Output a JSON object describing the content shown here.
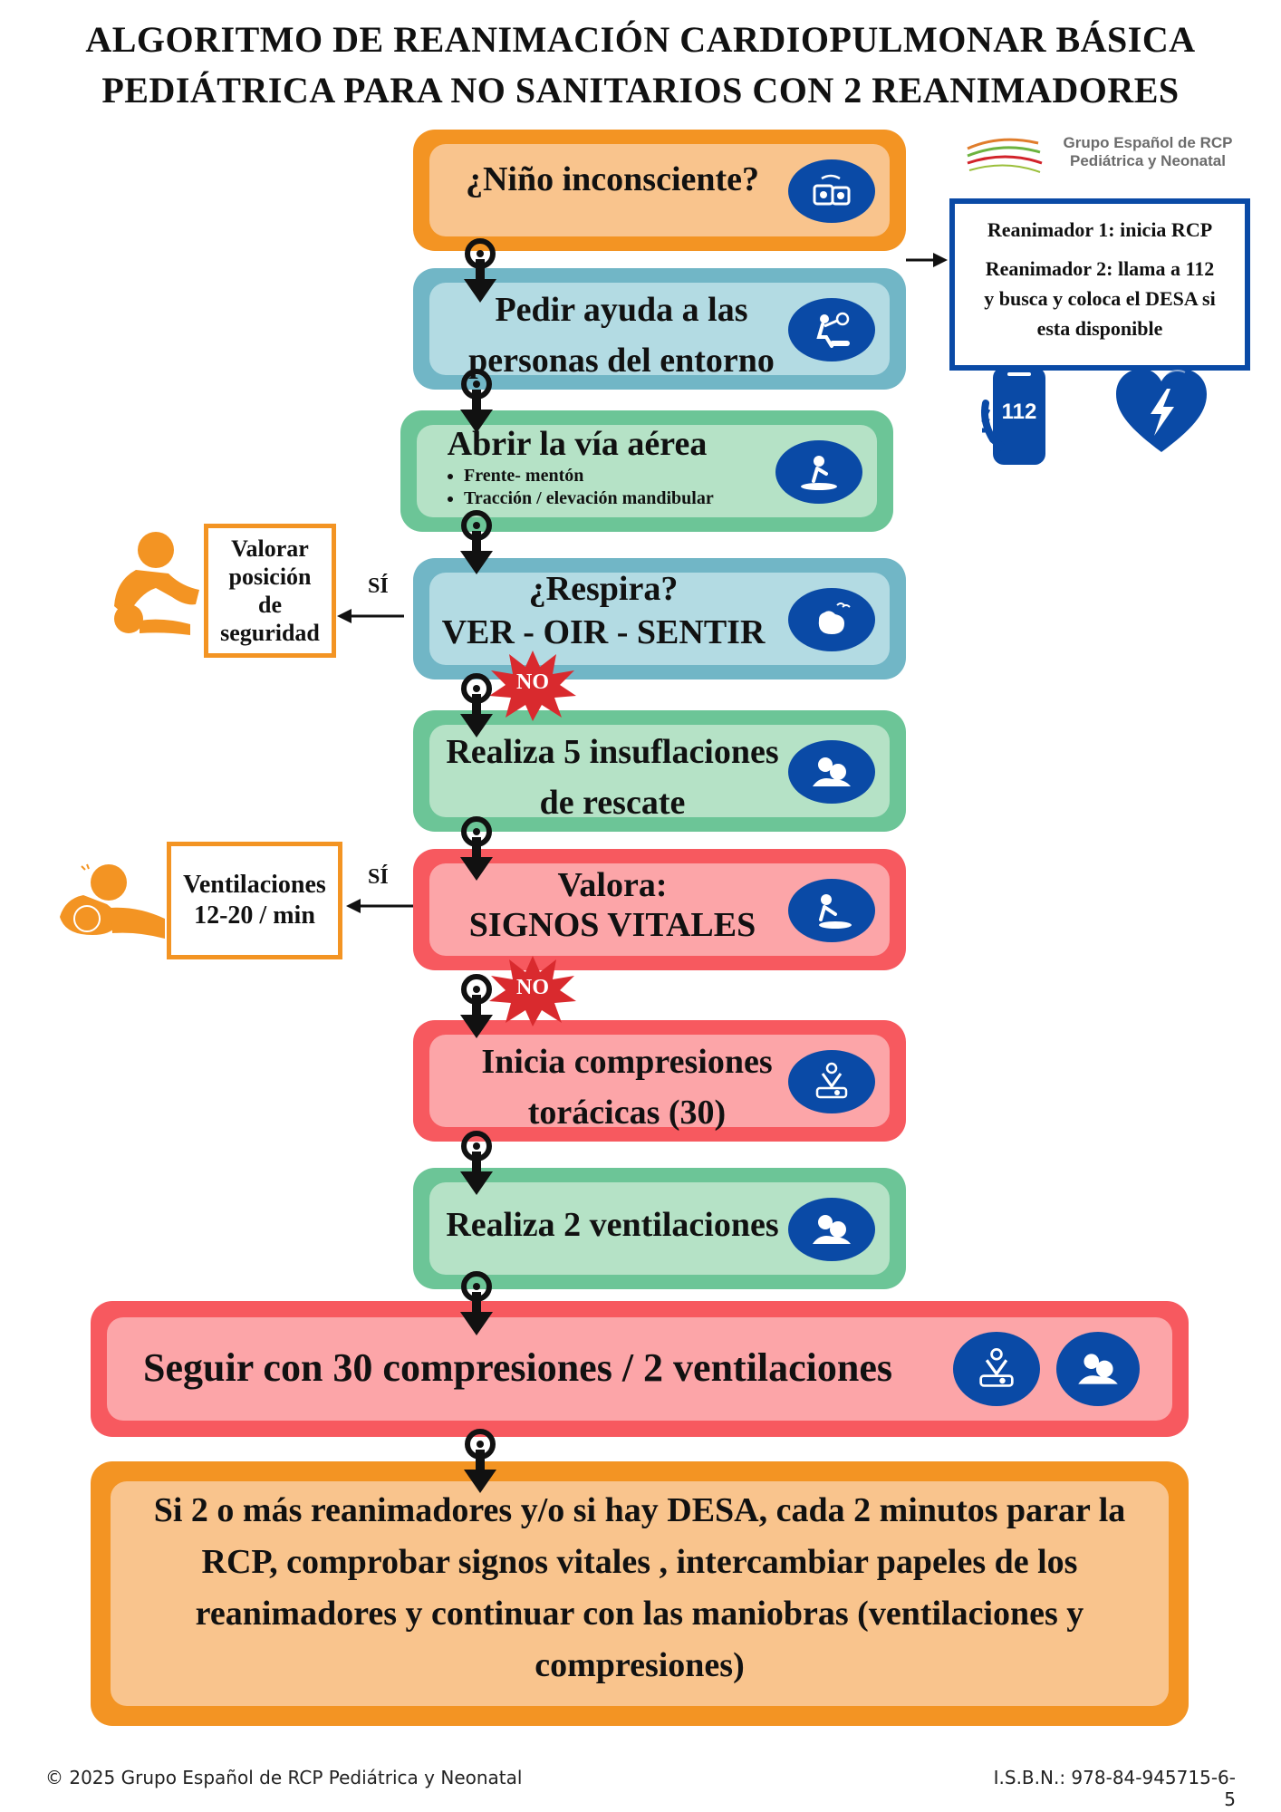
{
  "title": {
    "line1": "ALGORITMO  DE REANIMACIÓN CARDIOPULMONAR BÁSICA",
    "line2": "PEDIÁTRICA PARA NO SANITARIOS CON 2 REANIMADORES"
  },
  "logo": {
    "line1": "Grupo Español de RCP",
    "line2": "Pediátrica y Neonatal"
  },
  "colors": {
    "orange": "#f39423",
    "orange_fill": "#f9c48d",
    "teal": "#71b6c6",
    "teal_fill": "#b3dbe3",
    "green": "#6cc597",
    "green_fill": "#b5e2c6",
    "red": "#f7595f",
    "red_fill": "#fca5a8",
    "icon_blue": "#0a4aa6",
    "burst_red": "#d92a2e"
  },
  "steps": [
    {
      "id": "inconsciente",
      "text": "¿Niño inconsciente?",
      "icon": "toy-blocks-icon"
    },
    {
      "id": "pedir-ayuda",
      "line1": "Pedir ayuda a las",
      "line2": "personas del entorno",
      "icon": "call-for-help-icon"
    },
    {
      "id": "abrir-via",
      "text": "Abrir la vía aérea",
      "bullets": [
        "Frente- mentón",
        "Tracción / elevación mandibular"
      ],
      "icon": "head-tilt-icon"
    },
    {
      "id": "respira",
      "line1": "¿Respira?",
      "line2": "VER - OIR - SENTIR",
      "icon": "breathing-check-icon"
    },
    {
      "id": "insuflaciones",
      "line1": "Realiza 5 insuflaciones",
      "line2": "de rescate",
      "icon": "rescue-breath-icon"
    },
    {
      "id": "valora",
      "line1": "Valora:",
      "line2": "SIGNOS VITALES",
      "icon": "vital-signs-icon"
    },
    {
      "id": "compresiones",
      "line1": "Inicia compresiones",
      "line2": "torácicas (30)",
      "icon": "chest-compression-icon"
    },
    {
      "id": "ventilaciones",
      "text": "Realiza 2 ventilaciones",
      "icon": "rescue-breath-icon"
    },
    {
      "id": "seguir",
      "text": "Seguir con 30 compresiones / 2 ventilaciones",
      "icons": [
        "chest-compression-icon",
        "rescue-breath-icon"
      ]
    },
    {
      "id": "final",
      "lines": [
        "Si 2 o más reanimadores y/o si hay DESA, cada 2 minutos parar la",
        "RCP, comprobar signos vitales , intercambiar papeles de los",
        "reanimadores y continuar con las maniobras (ventilaciones y",
        "compresiones)"
      ]
    }
  ],
  "reanimadores": {
    "r1": "Reanimador 1: inicia RCP",
    "r2_line1": "Reanimador 2: llama a 112",
    "r2_line2": "y busca y coloca el DESA si",
    "r2_line3": "esta disponible",
    "phone_label": "112",
    "icons": [
      "phone-112-icon",
      "defibrillator-heart-icon"
    ]
  },
  "side_respira": {
    "branch": "SÍ",
    "lines": [
      "Valorar",
      "posición",
      "de",
      "seguridad"
    ],
    "icon": "recovery-position-icon"
  },
  "side_valora": {
    "branch": "SÍ",
    "lines": [
      "Ventilaciones",
      "12-20 / min"
    ],
    "icon": "ventilation-person-icon"
  },
  "no_labels": [
    "NO",
    "NO"
  ],
  "footer": {
    "copyright": "© 2025 Grupo Español de RCP Pediátrica y Neonatal",
    "isbn": "I.S.B.N.: 978-84-945715-6-5"
  }
}
